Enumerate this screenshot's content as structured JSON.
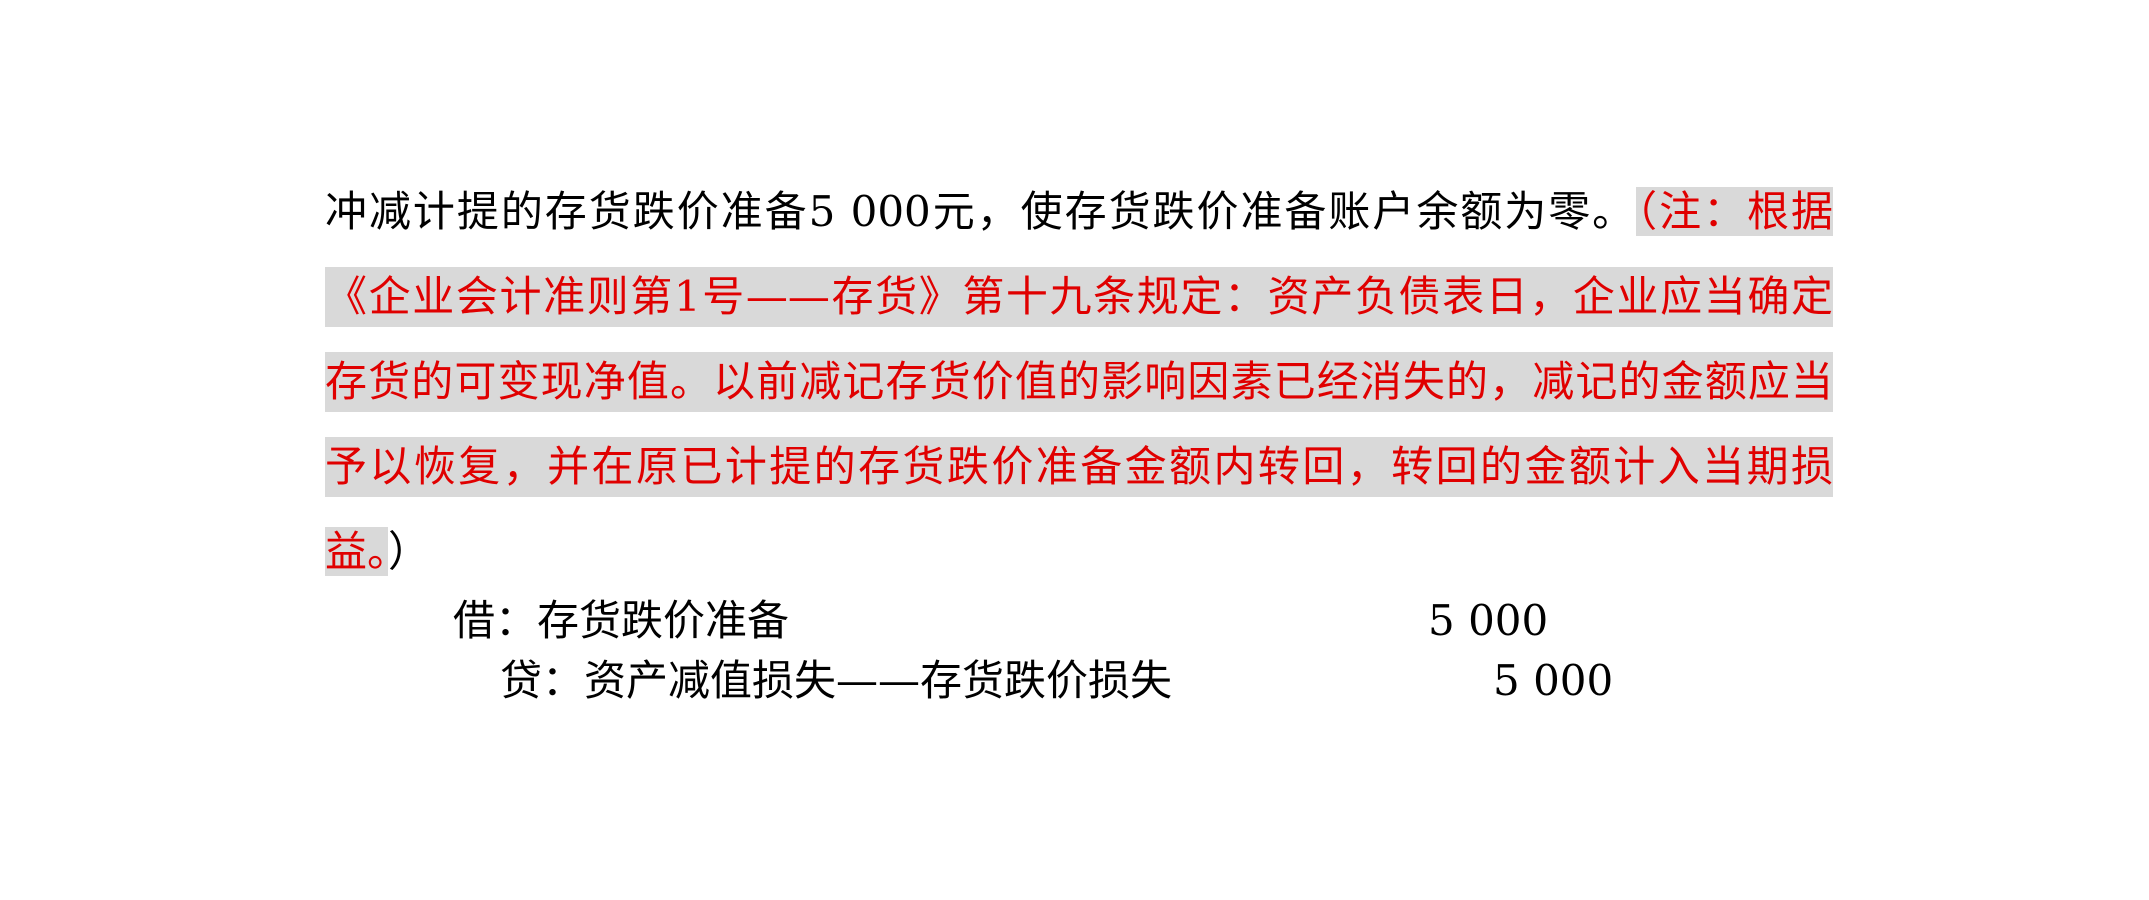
{
  "paragraph": {
    "line1_black": "冲减计提的存货跌价准备5 000元，使存货跌价准备账户余额为零。",
    "line1_red": "（注：根据",
    "line2": "《企业会计准则第1号——存货》第十九条规定：资产负债表日，企业应当确定",
    "line3": "存货的可变现净值。以前减记存货价值的影响因素已经消失的，减记的金额应当",
    "line4": "予以恢复，并在原已计提的存货跌价准备金额内转回，转回的金额计入当期损",
    "line5_red": "益。",
    "line5_close": "）"
  },
  "journal": {
    "debit_label": "借：存货跌价准备",
    "debit_amount": "5 000",
    "credit_label": "贷：资产减值损失——存货跌价损失",
    "credit_amount": "5 000"
  },
  "colors": {
    "note_text": "#e00000",
    "highlight": "#d9d9d9"
  }
}
